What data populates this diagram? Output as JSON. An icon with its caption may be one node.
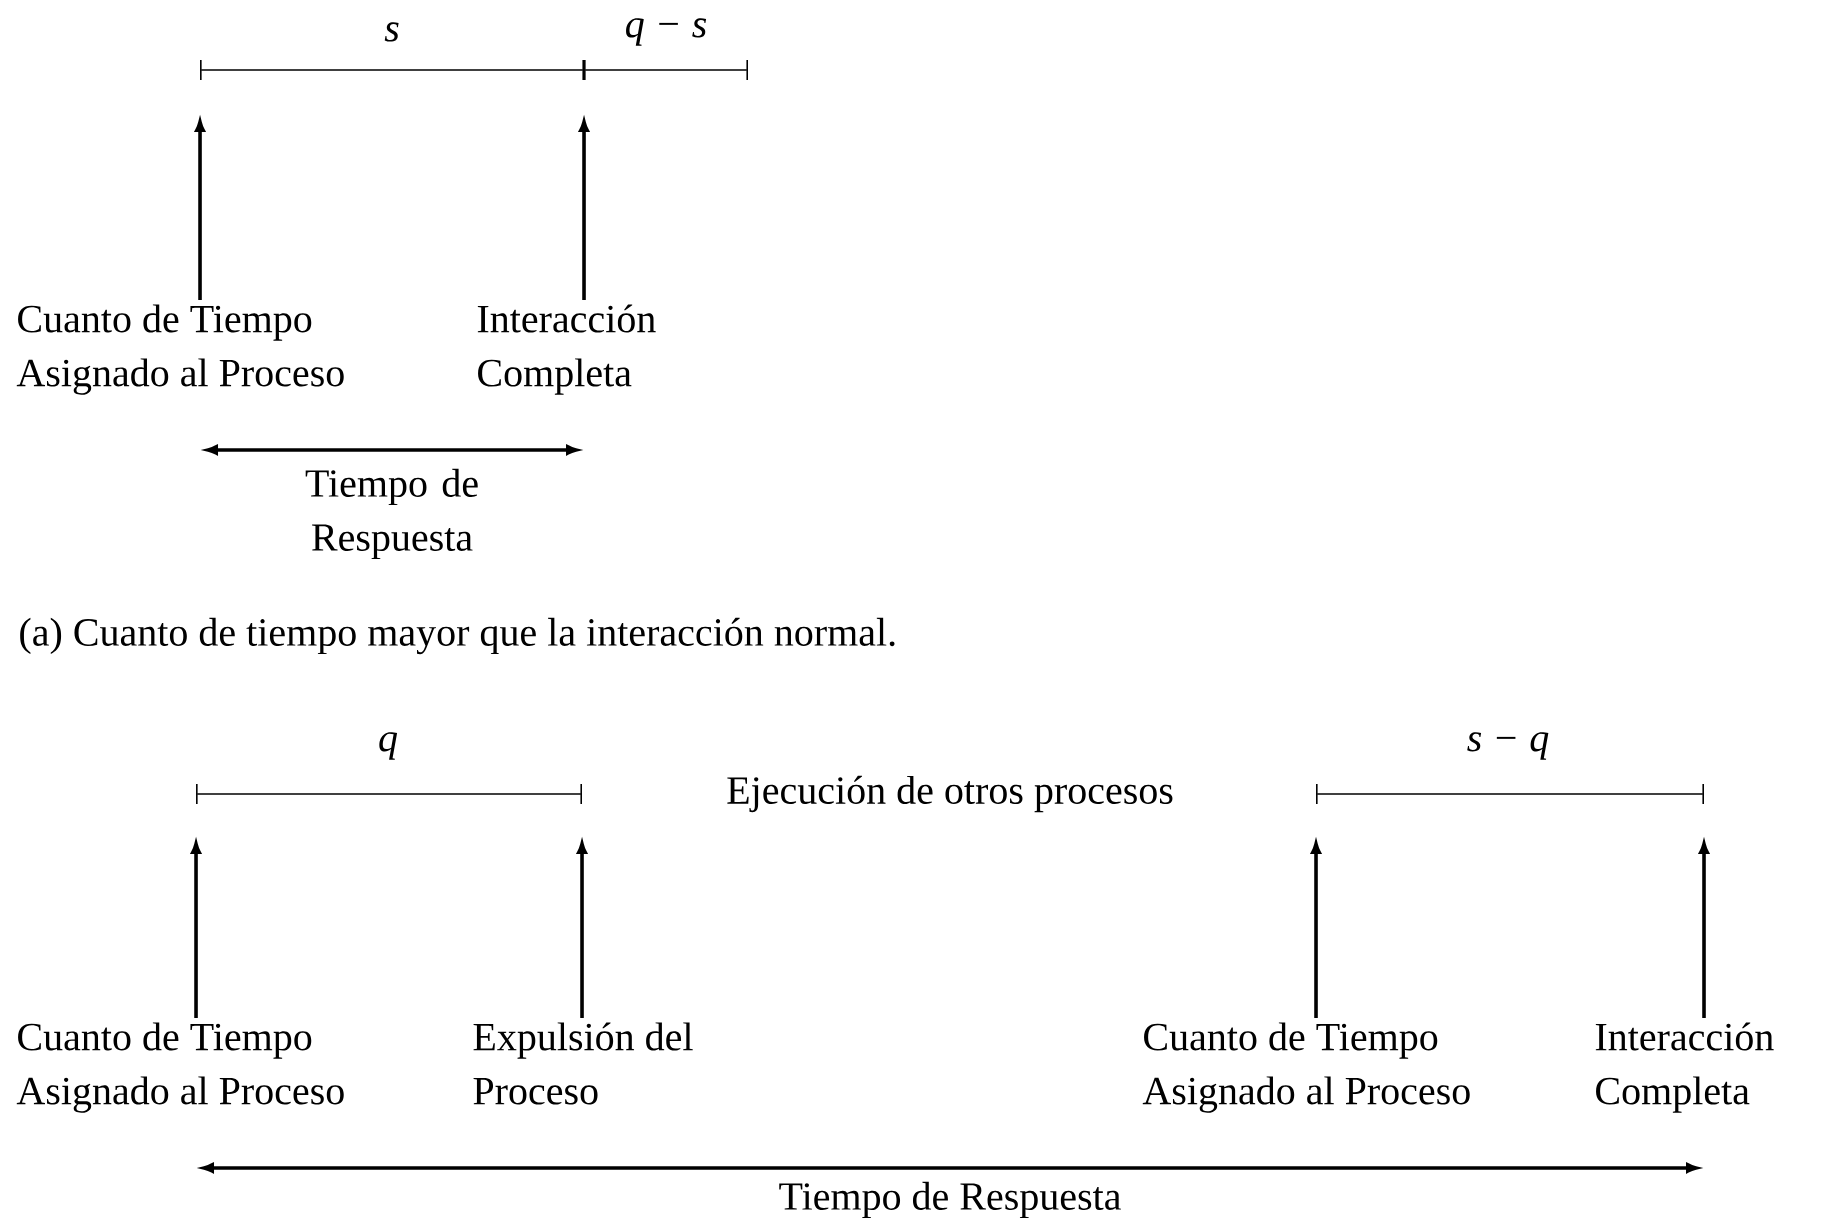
{
  "diagram": {
    "nodes": [
      {
        "text": [
          "Cuanto de Tiempo Asignado al Proceso"
        ]
      },
      {
        "text": [
          "Interacción Completa"
        ]
      },
      {
        "text": [
          "Cuanto de Tiempo Asignado al Proceso"
        ]
      },
      {
        "text": [
          "Expulsión del Proceso"
        ]
      },
      {
        "text": [
          "Cuanto de Tiempo Asignado al Proceso"
        ]
      },
      {
        "text": [
          "Interacción Completa"
        ]
      }
    ],
    "edges": [
      {
        "from": 0,
        "to": null,
        "arrow": "to"
      },
      {
        "from": 1,
        "to": null,
        "arrow": "to"
      },
      {
        "from": 2,
        "to": null,
        "arrow": "to"
      },
      {
        "from": 3,
        "to": null,
        "arrow": "to"
      },
      {
        "from": 4,
        "to": null,
        "arrow": "to"
      },
      {
        "from": 5,
        "to": null,
        "arrow": "to"
      }
    ],
    "labels": [
      "s",
      "q − s",
      "Tiempo de Respuesta",
      "(a) Cuanto de tiempo mayor que la interacción normal.",
      "q",
      "Ejecución de otros procesos",
      "s − q",
      "Tiempo de Respuesta"
    ]
  }
}
